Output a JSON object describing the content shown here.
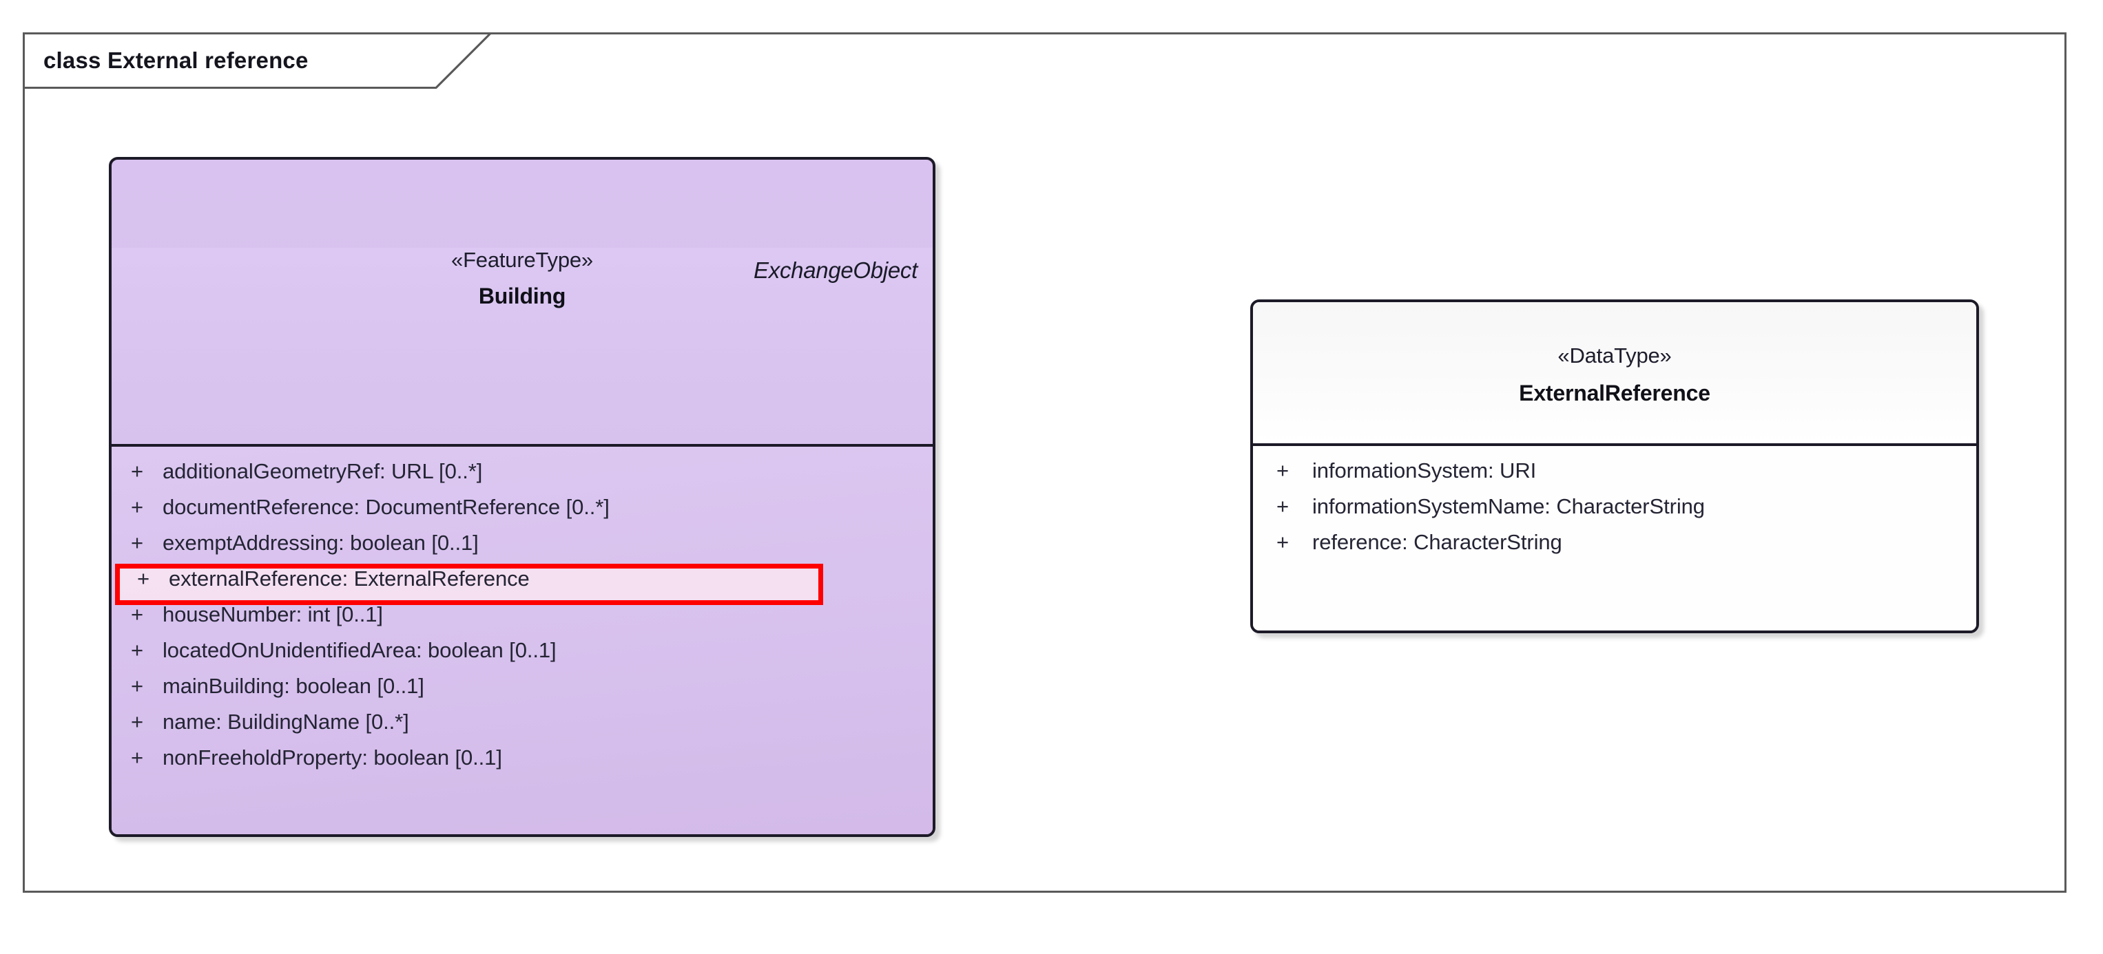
{
  "frame": {
    "label": "class External reference"
  },
  "classes": [
    {
      "id": "building",
      "owner_label": "ExchangeObject",
      "stereotype": "«FeatureType»",
      "name": "Building",
      "attributes": [
        {
          "visibility": "+",
          "text": "additionalGeometryRef: URL [0..*]",
          "highlighted": false
        },
        {
          "visibility": "+",
          "text": "documentReference: DocumentReference [0..*]",
          "highlighted": false
        },
        {
          "visibility": "+",
          "text": "exemptAddressing: boolean [0..1]",
          "highlighted": false
        },
        {
          "visibility": "+",
          "text": "externalReference: ExternalReference",
          "highlighted": true
        },
        {
          "visibility": "+",
          "text": "houseNumber: int [0..1]",
          "highlighted": false
        },
        {
          "visibility": "+",
          "text": "locatedOnUnidentifiedArea: boolean [0..1]",
          "highlighted": false
        },
        {
          "visibility": "+",
          "text": "mainBuilding: boolean [0..1]",
          "highlighted": false
        },
        {
          "visibility": "+",
          "text": "name: BuildingName [0..*]",
          "highlighted": false
        },
        {
          "visibility": "+",
          "text": "nonFreeholdProperty: boolean [0..1]",
          "highlighted": false
        }
      ]
    },
    {
      "id": "externalreference",
      "owner_label": "",
      "stereotype": "«DataType»",
      "name": "ExternalReference",
      "attributes": [
        {
          "visibility": "+",
          "text": "informationSystem: URI",
          "highlighted": false
        },
        {
          "visibility": "+",
          "text": "informationSystemName: CharacterString",
          "highlighted": false
        },
        {
          "visibility": "+",
          "text": "reference: CharacterString",
          "highlighted": false
        }
      ]
    }
  ],
  "colors": {
    "class_fill_featuretype": "#D9C2EF",
    "class_fill_datatype": "#FDFDFD",
    "class_border": "#1D1A28",
    "frame_border": "#5A5A5A",
    "highlight": "#FE0000",
    "text": "#242434",
    "background": "#FFFFFF"
  }
}
